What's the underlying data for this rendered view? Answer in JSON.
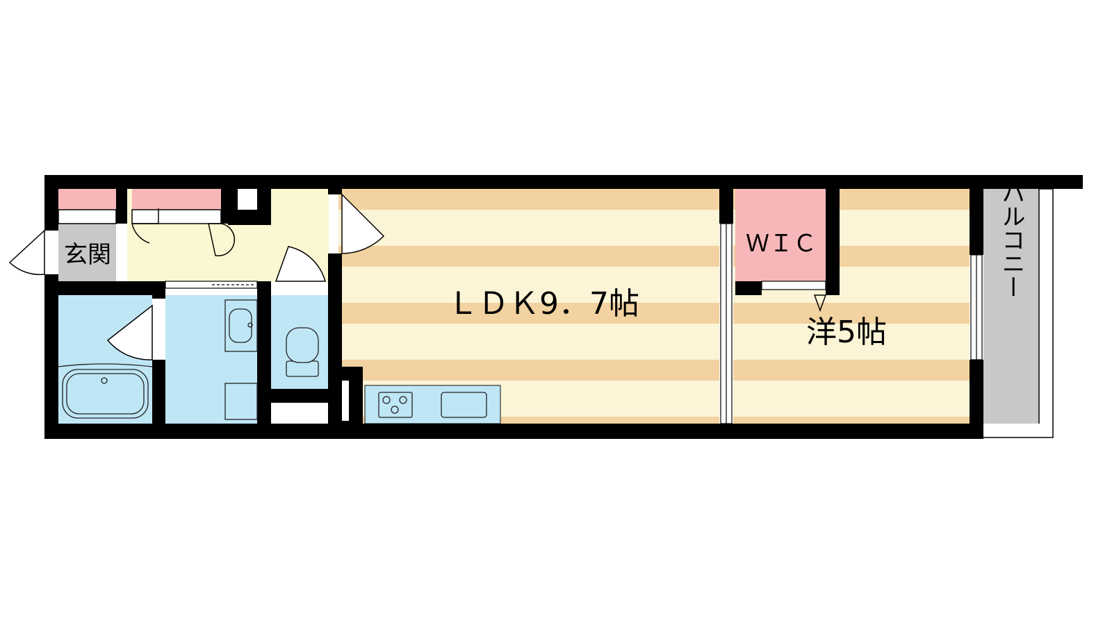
{
  "rooms": {
    "entrance": "玄関",
    "ldk": "ＬＤＫ9．7帖",
    "wic": "ＷＩＣ",
    "western": "洋5帖",
    "balcony": "バルコニー"
  },
  "colors": {
    "wall": "#000000",
    "floor_light": "#FBF4D7",
    "floor_stripe": "#F2D2A0",
    "hall": "#FAF7D2",
    "water_area": "#BFE6F5",
    "storage": "#F7B7B8",
    "entrance_floor": "#C8C8C8",
    "balcony": "#C8C8C8"
  }
}
